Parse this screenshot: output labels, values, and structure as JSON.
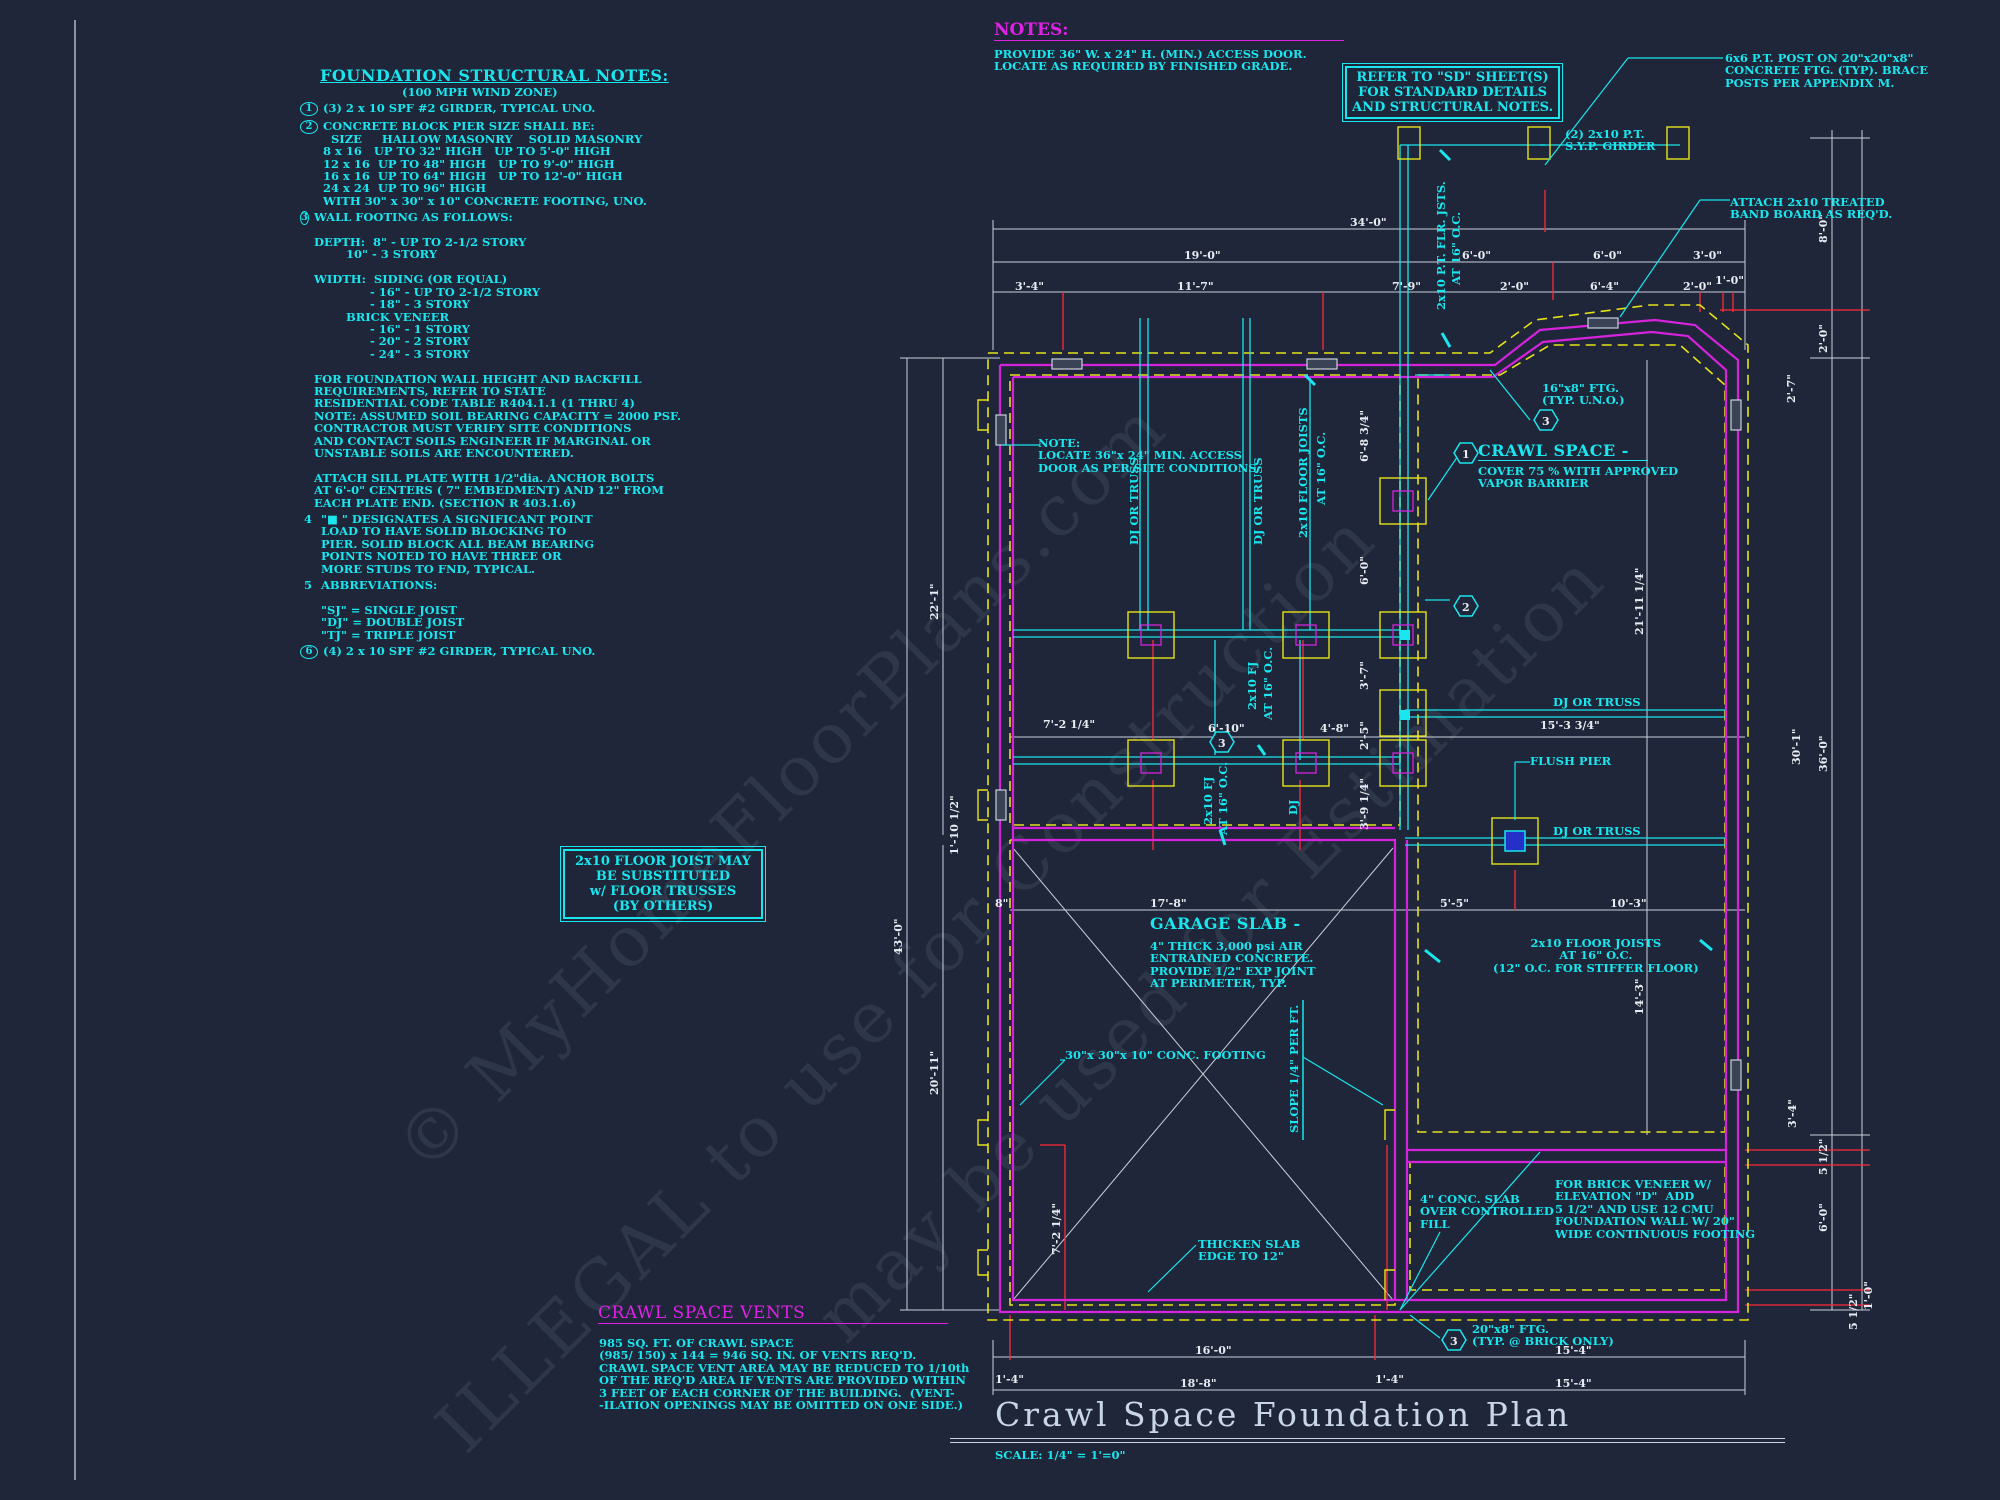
{
  "watermark": {
    "line1": "© MyHomeFloorPlans.com",
    "line2": "ILLEGAL to use for Construction",
    "line3": "may be used for Estimation"
  },
  "foundation_notes": {
    "title": "FOUNDATION STRUCTURAL NOTES:",
    "subtitle": "(100 MPH WIND ZONE)",
    "items": [
      {
        "num": "1",
        "text": "(3) 2 x 10 SPF #2 GIRDER, TYPICAL UNO."
      },
      {
        "num": "2",
        "text": "CONCRETE BLOCK PIER SIZE SHALL BE:\n  SIZE     HALLOW MASONRY    SOLID MASONRY\n8 x 16   UP TO 32\" HIGH   UP TO 5'-0\" HIGH\n12 x 16  UP TO 48\" HIGH   UP TO 9'-0\" HIGH\n16 x 16  UP TO 64\" HIGH   UP TO 12'-0\" HIGH\n24 x 24  UP TO 96\" HIGH\nWITH 30\" x 30\" x 10\" CONCRETE FOOTING, UNO."
      },
      {
        "num": "3",
        "text": "WALL FOOTING AS FOLLOWS:\n\nDEPTH:  8\" - UP TO 2-1/2 STORY\n        10\" - 3 STORY\n\nWIDTH:  SIDING (OR EQUAL)\n              - 16\" - UP TO 2-1/2 STORY\n              - 18\" - 3 STORY\n        BRICK VENEER\n              - 16\" - 1 STORY\n              - 20\" - 2 STORY\n              - 24\" - 3 STORY\n\nFOR FOUNDATION WALL HEIGHT AND BACKFILL\nREQUIREMENTS, REFER TO STATE\nRESIDENTIAL CODE TABLE R404.1.1 (1 THRU 4)\nNOTE: ASSUMED SOIL BEARING CAPACITY = 2000 PSF.\nCONTRACTOR MUST VERIFY SITE CONDITIONS\nAND CONTACT SOILS ENGINEER IF MARGINAL OR\nUNSTABLE SOILS ARE ENCOUNTERED.\n\nATTACH SILL PLATE WITH 1/2\"dia. ANCHOR BOLTS\nAT 6'-0\" CENTERS ( 7\" EMBEDMENT) AND 12\" FROM\nEACH PLATE END. (SECTION R 403.1.6)"
      },
      {
        "num": "4",
        "text": "\"■ \" DESIGNATES A SIGNIFICANT POINT\nLOAD TO HAVE SOLID BLOCKING TO\nPIER. SOLID BLOCK ALL BEAM BEARING\nPOINTS NOTED TO HAVE THREE OR\nMORE STUDS TO FND, TYPICAL."
      },
      {
        "num": "5",
        "text": "ABBREVIATIONS:\n\n\"SJ\" = SINGLE JOIST\n\"DJ\" = DOUBLE JOIST\n\"TJ\" = TRIPLE JOIST"
      },
      {
        "num": "6",
        "text": "(4) 2 x 10 SPF #2 GIRDER, TYPICAL UNO."
      }
    ]
  },
  "notes": {
    "title": "NOTES:",
    "text": "PROVIDE 36\" W. x 24\" H. (MIN.) ACCESS DOOR.\nLOCATE AS REQUIRED BY FINISHED GRADE."
  },
  "refer_box": "REFER TO \"SD\" SHEET(S)\nFOR STANDARD DETAILS\nAND STRUCTURAL NOTES.",
  "joist_sub_box": "2x10 FLOOR JOIST MAY\nBE SUBSTITUTED\nw/ FLOOR TRUSSES\n(BY OTHERS)",
  "crawl_vents": {
    "title": "CRAWL SPACE VENTS",
    "text": "985 SQ. FT. OF CRAWL SPACE\n(985/ 150) x 144 = 946 SQ. IN. OF VENTS REQ'D.\nCRAWL SPACE VENT AREA MAY BE REDUCED TO 1/10th\nOF THE REQ'D AREA IF VENTS ARE PROVIDED WITHIN\n3 FEET OF EACH CORNER OF THE BUILDING.  (VENT-\n-ILATION OPENINGS MAY BE OMITTED ON ONE SIDE.)"
  },
  "title_block": {
    "title": "Crawl Space Foundation Plan",
    "scale": "SCALE: 1/4\" = 1'=0\""
  },
  "callouts": {
    "post": "6x6 P.T. POST ON 20\"x20\"x8\"\nCONCRETE FTG. (TYP). BRACE\nPOSTS PER APPENDIX M.",
    "girder_pt": "(2) 2x10 P.T.\nS.Y.P. GIRDER",
    "band_board": "ATTACH 2x10 TREATED\nBAND BOARD AS REQ'D.",
    "ftg_16x8": "16\"x8\" FTG.\n(TYP. U.N.O.)",
    "crawl_space_title": "CRAWL SPACE -",
    "crawl_space_text": "COVER 75 % WITH APPROVED\nVAPOR BARRIER",
    "access_note": "NOTE:\nLOCATE 36\"x 24\" MIN. ACCESS\nDOOR AS PER SITE CONDITIONS",
    "flush_pier": "FLUSH PIER",
    "dj_truss": "DJ OR TRUSS",
    "garage_title": "GARAGE SLAB -",
    "garage_text": "4\" THICK 3,000 psi AIR\nENTRAINED CONCRETE.\nPROVIDE 1/2\" EXP JOINT\nAT PERIMETER, TYP.",
    "floor_joists": "2x10 FLOOR JOISTS\nAT 16\" O.C.\n(12\" O.C. FOR STIFFER FLOOR)",
    "conc_footing": "30\"x 30\"x 10\" CONC. FOOTING",
    "slope": "SLOPE 1/4\" PER FT.",
    "thicken": "THICKEN SLAB\nEDGE TO 12\"",
    "conc_slab": "4\" CONC. SLAB\nOVER CONTROLLED\nFILL",
    "brick_veneer": "FOR BRICK VENEER W/\nELEVATION \"D\"  ADD\n5 1/2\" AND USE 12 CMU\nFOUNDATION WALL W/ 20\"\nWIDE CONTINUOUS FOOTING",
    "ftg_20x8": "20\"x8\" FTG.\n(TYP. @ BRICK ONLY)",
    "fl_jsts_top": "2x10 P.T. FLR. JSTS.\nAT 16\" O.C.",
    "fl_joists_vert": "2x10 FLOOR JOISTS\nAT 16\" O.C.",
    "fj_vert2": "2x10 FJ\nAT 16\" O.C.",
    "fj_vert3": "2x10 FJ\nAT 16\" O.C.",
    "dj_or_truss_v": "DJ OR TRUSS",
    "dj": "DJ"
  },
  "dimensions": {
    "top_overall": "34'-0\"",
    "top_19": "19'-0\"",
    "top_row": [
      "3'-4\"",
      "11'-7\"",
      "7'-9\"",
      "2'-0\"",
      "6'-4\"",
      "2'-0\"",
      "1'-0\""
    ],
    "top_row2": [
      "6'-0\"",
      "6'-0\"",
      "3'-0\""
    ],
    "right_top": [
      "8'-0\"",
      "2'-0\"",
      "2'-7\""
    ],
    "right_mid": [
      "30'-1\"",
      "36'-0\""
    ],
    "right_low": [
      "3'-4\"",
      "5 1/2\"",
      "6'-0\"",
      "5 1/2\"",
      "1'-0\""
    ],
    "left": [
      "43'-0\"",
      "22'-1\"",
      "20'-11\"",
      "1'-10 1/2\""
    ],
    "inner_h": [
      "7'-2 1/4\"",
      "6'-10\"",
      "4'-8\"",
      "15'-3 3/4\"",
      "17'-8\"",
      "5'-5\"",
      "10'-3\"",
      "8\""
    ],
    "inner_v": [
      "6'-8 3/4\"",
      "6'-0\"",
      "3'-7\"",
      "2'-5\"",
      "3'-9 1/4\"",
      "21'-11 1/4\"",
      "14'-3\"",
      "7'-2 1/4\""
    ],
    "bottom": [
      "16'-0\"",
      "15'-4\"",
      "1'-4\"",
      "18'-8\"",
      "1'-4\"",
      "15'-4\""
    ]
  },
  "tags": [
    "1",
    "2",
    "3",
    "3",
    "3"
  ]
}
